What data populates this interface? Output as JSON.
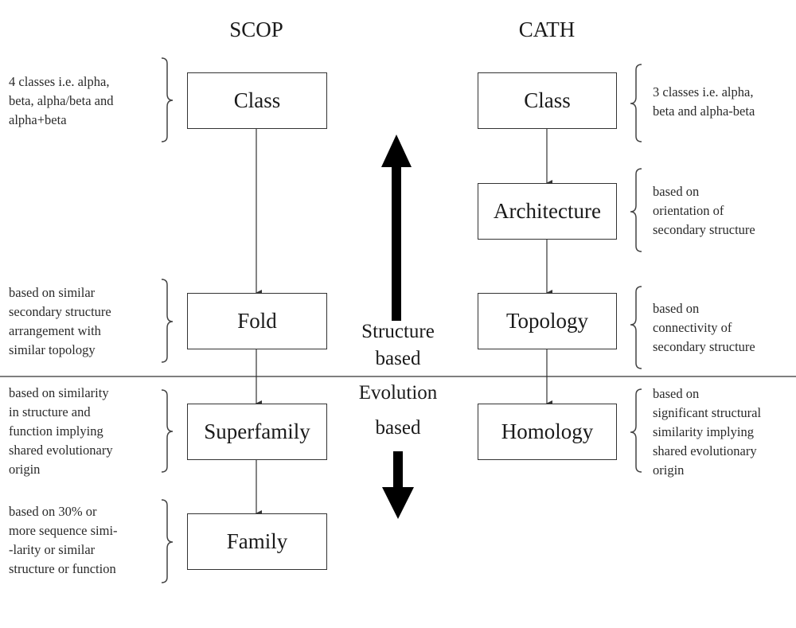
{
  "scop": {
    "title": "SCOP",
    "levels": [
      {
        "label": "Class",
        "description": [
          "4 classes i.e. alpha,",
          "beta, alpha/beta and",
          "alpha+beta"
        ]
      },
      {
        "label": "Fold",
        "description": [
          "based on similar",
          "secondary structure",
          "arrangement with",
          "similar topology"
        ]
      },
      {
        "label": "Superfamily",
        "description": [
          "based on similarity",
          "in structure and",
          "function implying",
          "shared evolutionary",
          "origin"
        ]
      },
      {
        "label": "Family",
        "description": [
          "based on 30% or",
          "more sequence simi-",
          "-larity or similar",
          "structure or function"
        ]
      }
    ]
  },
  "cath": {
    "title": "CATH",
    "levels": [
      {
        "label": "Class",
        "description": [
          "3 classes i.e. alpha,",
          "beta and alpha-beta"
        ]
      },
      {
        "label": "Architecture",
        "description": [
          "based on",
          "orientation of",
          "secondary structure"
        ]
      },
      {
        "label": "Topology",
        "description": [
          "based on",
          "connectivity of",
          "secondary  structure"
        ]
      },
      {
        "label": "Homology",
        "description": [
          "based on",
          "significant structural",
          "similarity implying",
          "shared evolutionary",
          "origin"
        ]
      }
    ]
  },
  "center": {
    "structure_label": [
      "Structure",
      "based"
    ],
    "evolution_label": [
      "Evolution",
      "based"
    ]
  }
}
